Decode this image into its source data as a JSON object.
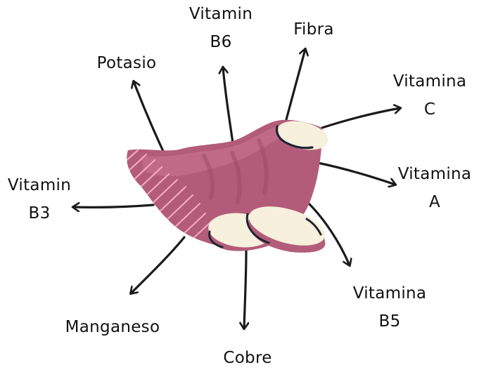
{
  "diagram": {
    "central_item": "sweet-potato",
    "nutrients": {
      "vitamin_b6": [
        "Vitamin",
        "B6"
      ],
      "fibra": [
        "Fibra"
      ],
      "potasio": [
        "Potasio"
      ],
      "vitamina_c": [
        "Vitamina",
        "C"
      ],
      "vitamin_b3": [
        "Vitamin",
        "B3"
      ],
      "vitamina_a": [
        "Vitamina",
        "A"
      ],
      "vitamina_b5": [
        "Vitamina",
        "B5"
      ],
      "manganeso": [
        "Manganeso"
      ],
      "cobre": [
        "Cobre"
      ]
    }
  },
  "colors": {
    "skin": "#b35c79",
    "skin_light": "#c56f8c",
    "stripe": "#f2a7c3",
    "flesh": "#f6f0dc",
    "outline": "#1d2433",
    "arrow": "#1a1a1a",
    "text": "#111111"
  }
}
